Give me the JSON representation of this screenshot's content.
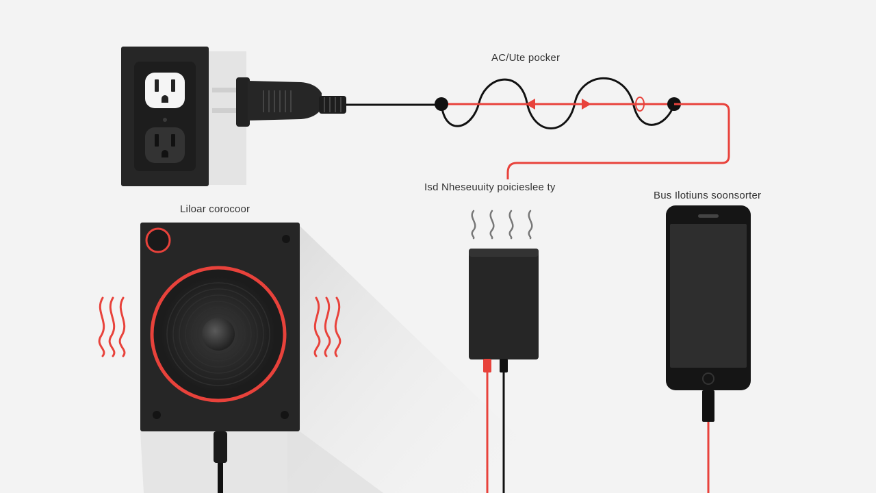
{
  "labels": {
    "ac_power": "AC/Ute pocker",
    "speaker": "Liloar corocoor",
    "adapter": "Isd  Nheseuuity poicieslee ty",
    "phone": "Bus Ilotiuns soonsorter"
  },
  "colors": {
    "background": "#f3f3f3",
    "device_body": "#262626",
    "accent_red": "#e8423b",
    "wire_black": "#111111"
  },
  "icons": [
    "wall-outlet-icon",
    "power-plug-icon",
    "speaker-icon",
    "heat-waves-icon",
    "sound-waves-icon",
    "power-adapter-icon",
    "smartphone-icon"
  ]
}
